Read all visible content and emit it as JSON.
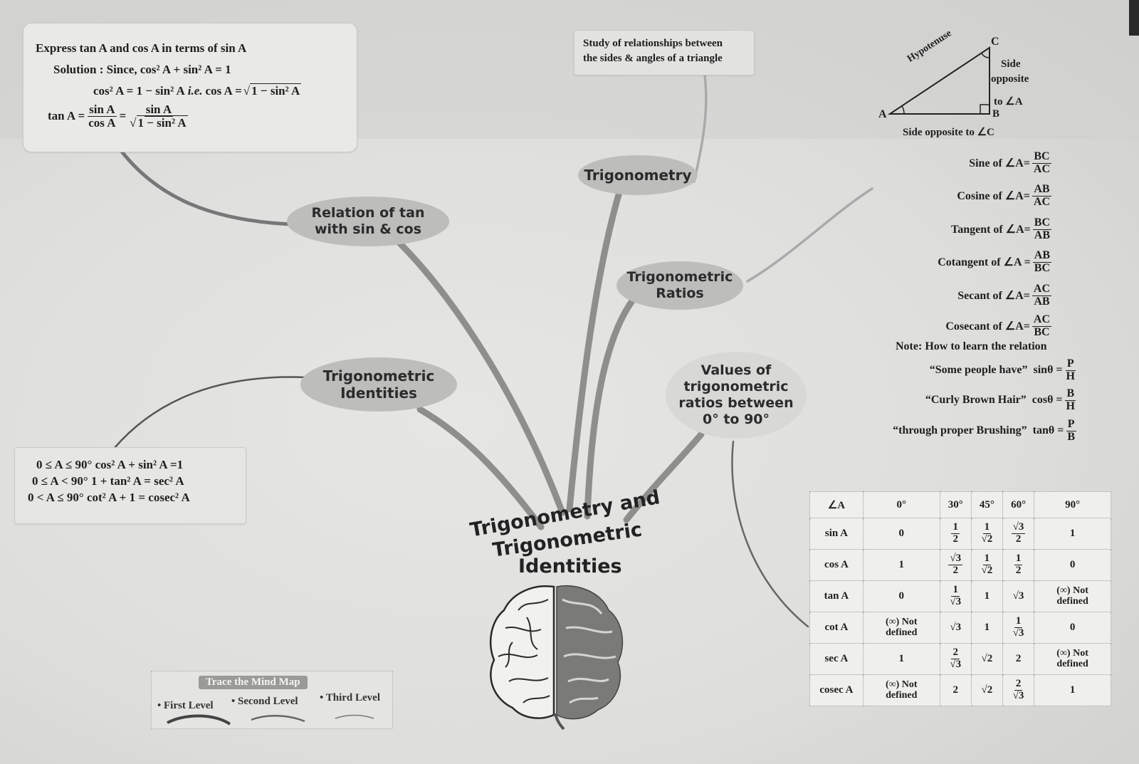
{
  "top_left_example": {
    "question": "Express tan A and cos A in terms of sin A",
    "solution_line": "Solution : Since, cos² A + sin² A = 1",
    "cos_line_left": "cos² A = 1 − sin² A",
    "cos_line_ie": "i.e.",
    "cos_line_right": "cos A =",
    "cos_sqrt": "1 − sin² A",
    "tan_lhs": "tan A =",
    "tan_num1": "sin A",
    "tan_den1": "cos A",
    "tan_eq": "=",
    "tan_num2": "sin A",
    "tan_den2": "1 − sin² A"
  },
  "definition_box": {
    "line1": "Study of relationships between",
    "line2": "the sides & angles of a triangle"
  },
  "bubbles": {
    "trigonometry": "Trigonometry",
    "relation": "Relation of tan\nwith sin & cos",
    "ratios": "Trigonometric\nRatios",
    "identities": "Trigonometric\nIdentities",
    "values": "Values of\ntrigonometric\nratios between\n0° to 90°"
  },
  "center_title": {
    "line1": "Trigonometry and",
    "line2": "Trigonometric",
    "line3": "Identities"
  },
  "triangle": {
    "vertex_a": "A",
    "vertex_b": "B",
    "vertex_c": "C",
    "hypotenuse": "Hypotenuse",
    "side_opposite_a_1": "Side",
    "side_opposite_a_2": "opposite",
    "side_opposite_a_3": "to ∠A",
    "side_opposite_c": "Side opposite to ∠C"
  },
  "ratios": [
    {
      "label": "Sine of ∠A=",
      "num": "BC",
      "den": "AC"
    },
    {
      "label": "Cosine of ∠A=",
      "num": "AB",
      "den": "AC"
    },
    {
      "label": "Tangent of ∠A=",
      "num": "BC",
      "den": "AB"
    },
    {
      "label": "Cotangent of ∠A =",
      "num": "AB",
      "den": "BC"
    },
    {
      "label": "Secant of ∠A=",
      "num": "AC",
      "den": "AB"
    },
    {
      "label": "Cosecant of ∠A=",
      "num": "AC",
      "den": "BC"
    }
  ],
  "note": {
    "title": "Note: How to learn the relation",
    "rows": [
      {
        "phrase": "“Some people have”",
        "fn": "sinθ =",
        "num": "P",
        "den": "H"
      },
      {
        "phrase": "“Curly Brown Hair”",
        "fn": "cosθ =",
        "num": "B",
        "den": "H"
      },
      {
        "phrase": "“through proper Brushing”",
        "fn": "tanθ =",
        "num": "P",
        "den": "B"
      }
    ]
  },
  "identities_box": {
    "rows": [
      "0 ≤ A ≤ 90° cos² A + sin² A =1",
      "0 ≤ A < 90° 1 + tan² A = sec² A",
      "0 < A ≤ 90° cot² A + 1 = cosec² A"
    ]
  },
  "values_table": {
    "header": [
      "∠A",
      "0°",
      "30°",
      "45°",
      "60°",
      "90°"
    ],
    "rows": [
      {
        "fn": "sin A",
        "cells": [
          "0",
          "1/2",
          "1/√2",
          "√3/2",
          "1"
        ]
      },
      {
        "fn": "cos A",
        "cells": [
          "1",
          "√3/2",
          "1/√2",
          "1/2",
          "0"
        ]
      },
      {
        "fn": "tan A",
        "cells": [
          "0",
          "1/√3",
          "1",
          "√3",
          "(∞) Not defined"
        ]
      },
      {
        "fn": "cot A",
        "cells": [
          "(∞) Not defined",
          "√3",
          "1",
          "1/√3",
          "0"
        ]
      },
      {
        "fn": "sec A",
        "cells": [
          "1",
          "2/√3",
          "√2",
          "2",
          "(∞) Not defined"
        ]
      },
      {
        "fn": "cosec A",
        "cells": [
          "(∞) Not defined",
          "2",
          "√2",
          "2/√3",
          "1"
        ]
      }
    ]
  },
  "legend": {
    "title": "Trace the Mind Map",
    "first": "• First Level",
    "second": "• Second Level",
    "third": "• Third Level"
  }
}
